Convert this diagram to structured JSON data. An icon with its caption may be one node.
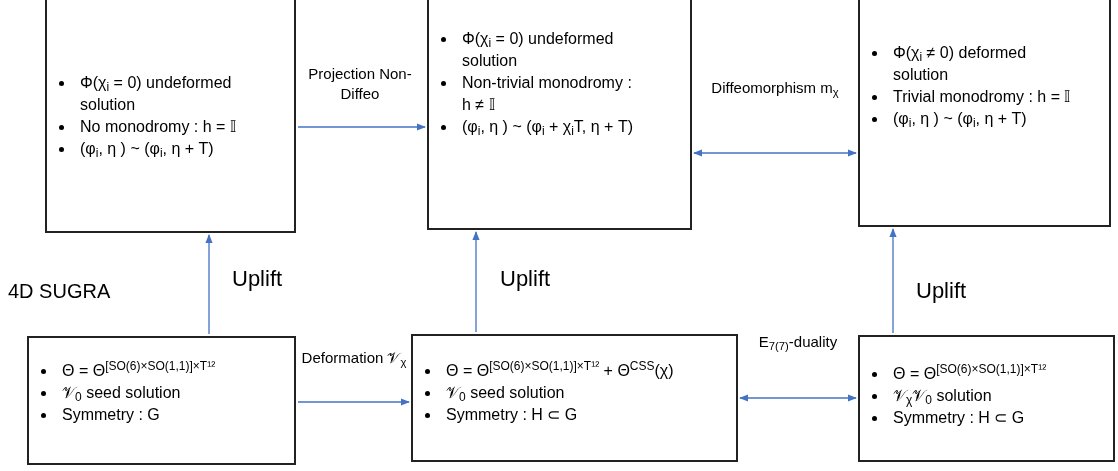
{
  "diagram": {
    "nodes": [
      {
        "text": [
          "Φ(χ$_{i}$ = 0) undeformed solution",
          "No monodromy : h = 𝕀",
          "(φ$_{i}$, η ) ~ (φ$_{i}$, η + T)"
        ]
      },
      {
        "text": [
          "Φ(χ$_{i}$ = 0) undeformed solution",
          "Non-trivial monodromy : h ≠ 𝕀",
          "(φ$_{i}$, η ) ~ (φ$_{i}$ + χ$_{i}$T, η + T)"
        ]
      },
      {
        "text": [
          "Φ(χ$_{i}$ ≠ 0) deformed solution",
          "Trivial monodromy : h = 𝕀",
          "(φ$_{i}$, η ) ~ (φ$_{i}$, η + T)"
        ]
      },
      {
        "text": [
          "Θ = Θ$^{[SO(6)×SO(1,1)]×T¹²}$",
          "𝒱$_{0}$ seed solution",
          "Symmetry : G"
        ]
      },
      {
        "text": [
          "Θ = Θ$^{[SO(6)×SO(1,1)]×T¹²}$ + Θ$^{CSS}$(χ)",
          "𝒱$_{0}$ seed solution",
          "Symmetry : H ⊂ G"
        ]
      },
      {
        "text": [
          "Θ = Θ$^{[SO(6)×SO(1,1)]×T¹²}$",
          "𝒱$_{χ}$𝒱$_{0}$ solution",
          "Symmetry : H ⊂ G"
        ]
      }
    ],
    "edges": [
      {
        "from": 0,
        "to": 1,
        "arrow": "to",
        "label": "Projection Non-Diffeo"
      },
      {
        "from": 1,
        "to": 2,
        "arrow": "both",
        "label": "Diffeomorphism m$_{χ}$"
      },
      {
        "from": 3,
        "to": 4,
        "arrow": "to",
        "label": "Deformation 𝒱$_{χ}$"
      },
      {
        "from": 4,
        "to": 5,
        "arrow": "both",
        "label": "E$_{7(7)}$-duality"
      },
      {
        "from": 3,
        "to": 0,
        "arrow": "to",
        "label": "Uplift"
      },
      {
        "from": 4,
        "to": 1,
        "arrow": "to",
        "label": "Uplift"
      },
      {
        "from": 5,
        "to": 2,
        "arrow": "to",
        "label": "Uplift"
      }
    ],
    "labels": [
      "4D SUGRA"
    ]
  }
}
